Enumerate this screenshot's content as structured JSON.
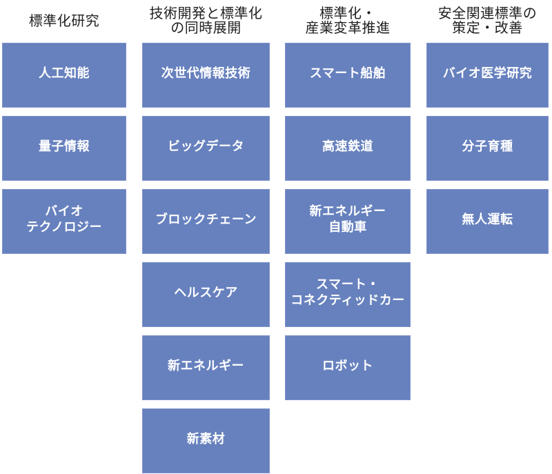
{
  "title": "標準化重点分野の4カテゴリ図",
  "colors": {
    "background": "#ffffff",
    "box_fill": "#6781be",
    "box_border": "#7e92cb",
    "box_text": "#ffffff",
    "header_text": "#1f1f1f"
  },
  "columns": [
    {
      "header_lines": [
        "標準化研究",
        ""
      ],
      "boxes": [
        {
          "lines": [
            "人工知能",
            ""
          ]
        },
        {
          "lines": [
            "量子情報",
            ""
          ]
        },
        {
          "lines": [
            "バイオ",
            "テクノロジー"
          ]
        }
      ]
    },
    {
      "header_lines": [
        "技術開発と標準化",
        "の同時展開"
      ],
      "boxes": [
        {
          "lines": [
            "次世代情報技術",
            ""
          ]
        },
        {
          "lines": [
            "ビッグデータ",
            ""
          ]
        },
        {
          "lines": [
            "ブロックチェーン",
            ""
          ]
        },
        {
          "lines": [
            "ヘルスケア",
            ""
          ]
        },
        {
          "lines": [
            "新エネルギー",
            ""
          ]
        },
        {
          "lines": [
            "新素材",
            ""
          ]
        }
      ]
    },
    {
      "header_lines": [
        "標準化・",
        "産業変革推進"
      ],
      "boxes": [
        {
          "lines": [
            "スマート船舶",
            ""
          ]
        },
        {
          "lines": [
            "高速鉄道",
            ""
          ]
        },
        {
          "lines": [
            "新エネルギー",
            "自動車"
          ]
        },
        {
          "lines": [
            "スマート・",
            "コネクティッドカー"
          ]
        },
        {
          "lines": [
            "ロボット",
            ""
          ]
        }
      ]
    },
    {
      "header_lines": [
        "安全関連標準の",
        "策定・改善"
      ],
      "boxes": [
        {
          "lines": [
            "バイオ医学研究",
            ""
          ]
        },
        {
          "lines": [
            "分子育種",
            ""
          ]
        },
        {
          "lines": [
            "無人運転",
            ""
          ]
        }
      ]
    }
  ]
}
